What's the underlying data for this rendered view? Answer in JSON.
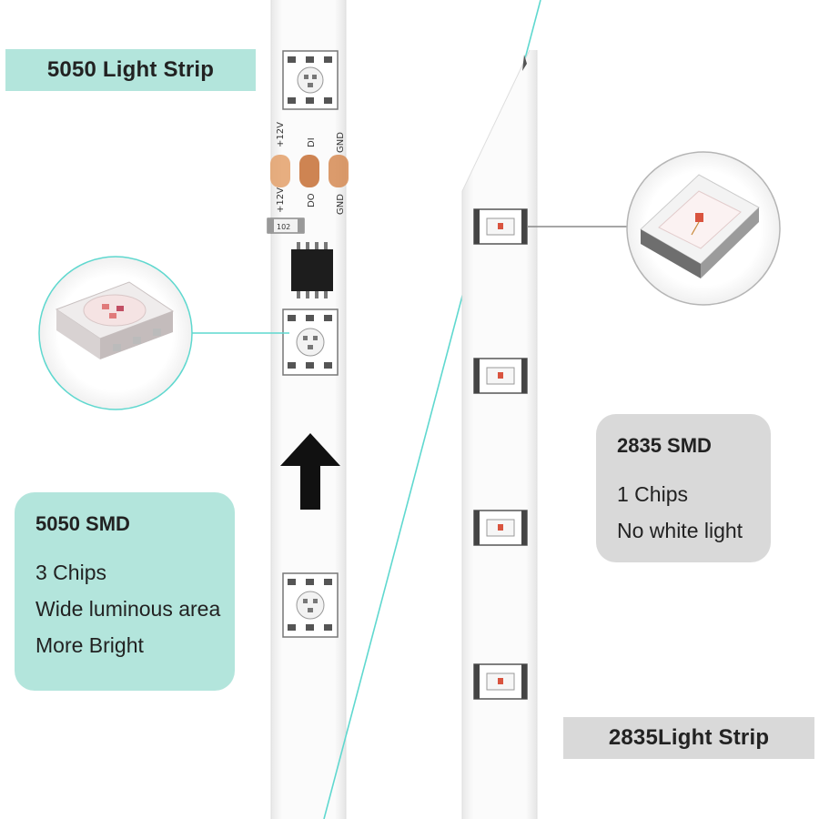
{
  "labels": {
    "strip_5050": "5050 Light Strip",
    "strip_2835": "2835Light Strip"
  },
  "cards": {
    "smd_5050": {
      "title": "5050 SMD",
      "lines": [
        "3 Chips",
        "Wide luminous area",
        "More Bright"
      ]
    },
    "smd_2835": {
      "title": "2835 SMD",
      "lines": [
        "1 Chips",
        "No white light"
      ]
    }
  },
  "pcb_markings": {
    "top_row": [
      "+12V",
      "DI",
      "GND"
    ],
    "bottom_row": [
      "+12V",
      "DO",
      "GND"
    ],
    "resistor": "102"
  },
  "icons": {
    "direction": "arrow-up-icon"
  },
  "colors": {
    "mint": "#b3e5dc",
    "gray": "#d9d9d9",
    "divider": "#5fd8cf",
    "led_red": "#d9543f",
    "copper": "#e3a06a"
  }
}
